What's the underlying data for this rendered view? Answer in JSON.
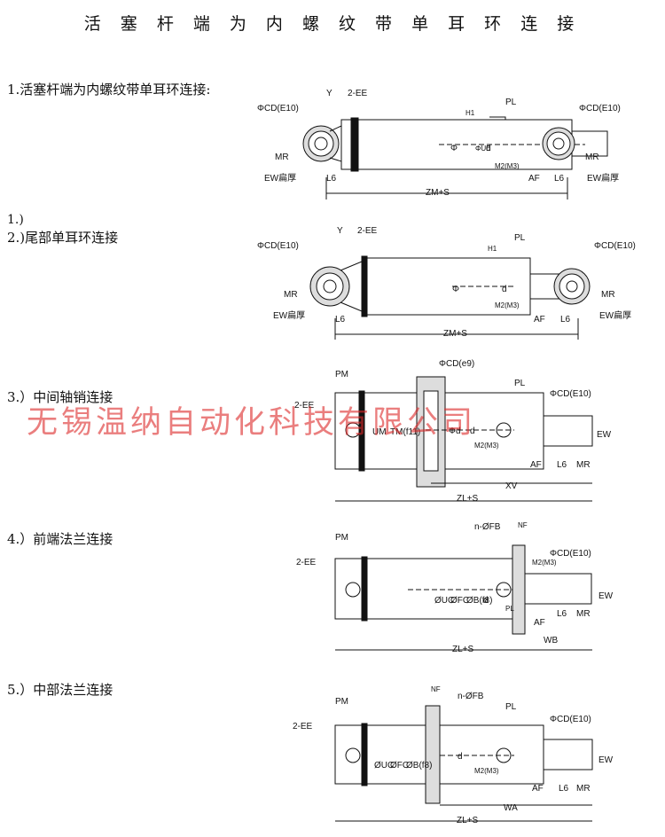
{
  "title": "活 塞 杆 端 为 内 螺 纹 带 单 耳 环 连 接",
  "watermark": "无锡温纳自动化科技有限公司",
  "sections": [
    {
      "label": "1.活塞杆端为内螺纹带单耳环连接:"
    },
    {
      "label": "1.)"
    },
    {
      "label": "2.)尾部单耳环连接"
    },
    {
      "label": "3.）中间轴销连接"
    },
    {
      "label": "4.）前端法兰连接"
    },
    {
      "label": "5.）中部法兰连接"
    }
  ],
  "dims": {
    "cd_e10": "ΦCD(E10)",
    "cd_e9": "ΦCD(e9)",
    "mr": "MR",
    "ew_flat": "EW扁厚",
    "ew": "EW",
    "y": "Y",
    "ee": "2-EE",
    "l6": "L6",
    "zm_s": "ZM+S",
    "zl_s": "ZL+S",
    "h1": "H1",
    "pl": "PL",
    "ue": "ΦUE",
    "d": "d",
    "m2": "M2(M3)",
    "af": "AF",
    "phi": "Φ",
    "pm": "PM",
    "um": "UM",
    "tm": "TM(f11)",
    "phid": "Φd",
    "xv": "XV",
    "nfb": "n-ØFB",
    "nf": "NF",
    "uc": "ØUC",
    "fc": "ØFC",
    "bf8": "ØB(f8)",
    "wb": "WB",
    "wa": "WA"
  }
}
